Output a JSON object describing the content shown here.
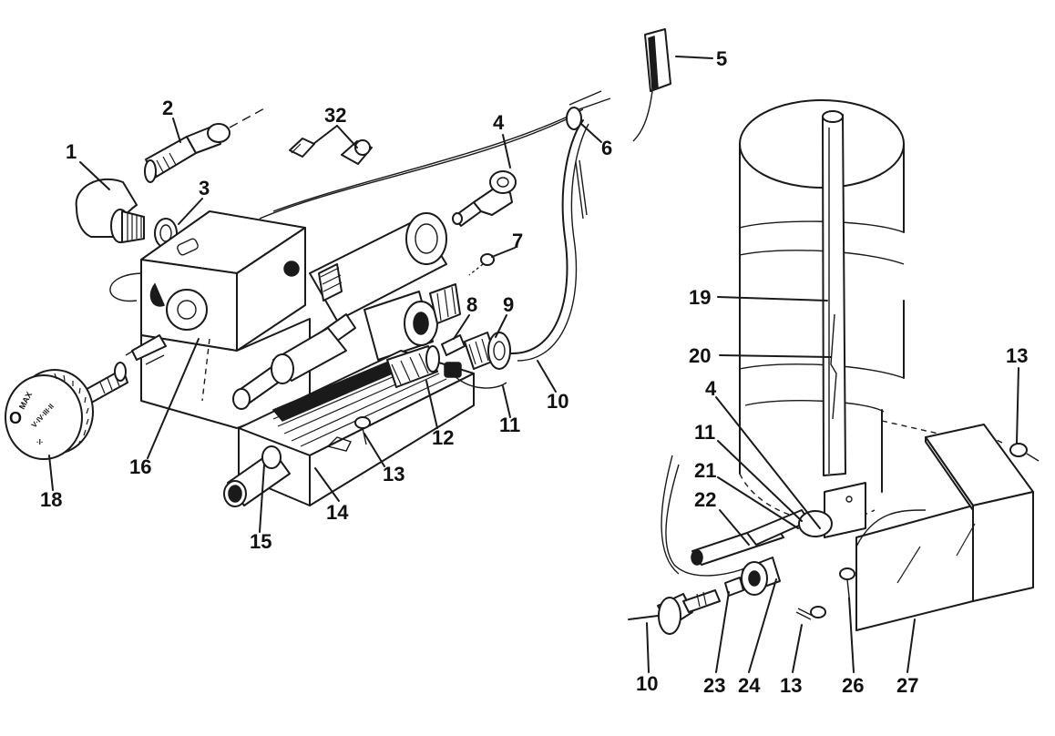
{
  "dial": {
    "text_top": "MAX",
    "text_mid": "V·IV·III·II",
    "text_bot": "·I·",
    "pos_off": "O"
  },
  "callouts": [
    {
      "id": "c1",
      "text": "1"
    },
    {
      "id": "c2",
      "text": "2"
    },
    {
      "id": "c32",
      "text": "32"
    },
    {
      "id": "c3",
      "text": "3"
    },
    {
      "id": "c4a",
      "text": "4"
    },
    {
      "id": "c5",
      "text": "5"
    },
    {
      "id": "c6",
      "text": "6"
    },
    {
      "id": "c7",
      "text": "7"
    },
    {
      "id": "c8",
      "text": "8"
    },
    {
      "id": "c9",
      "text": "9"
    },
    {
      "id": "c10a",
      "text": "10"
    },
    {
      "id": "c11a",
      "text": "11"
    },
    {
      "id": "c12",
      "text": "12"
    },
    {
      "id": "c13a",
      "text": "13"
    },
    {
      "id": "c14",
      "text": "14"
    },
    {
      "id": "c15",
      "text": "15"
    },
    {
      "id": "c16",
      "text": "16"
    },
    {
      "id": "c18",
      "text": "18"
    },
    {
      "id": "c19",
      "text": "19"
    },
    {
      "id": "c20",
      "text": "20"
    },
    {
      "id": "c13b",
      "text": "13"
    },
    {
      "id": "c4b",
      "text": "4"
    },
    {
      "id": "c11b",
      "text": "11"
    },
    {
      "id": "c21",
      "text": "21"
    },
    {
      "id": "c22",
      "text": "22"
    },
    {
      "id": "c10b",
      "text": "10"
    },
    {
      "id": "c23",
      "text": "23"
    },
    {
      "id": "c24",
      "text": "24"
    },
    {
      "id": "c13c",
      "text": "13"
    },
    {
      "id": "c26",
      "text": "26"
    },
    {
      "id": "c27",
      "text": "27"
    }
  ]
}
